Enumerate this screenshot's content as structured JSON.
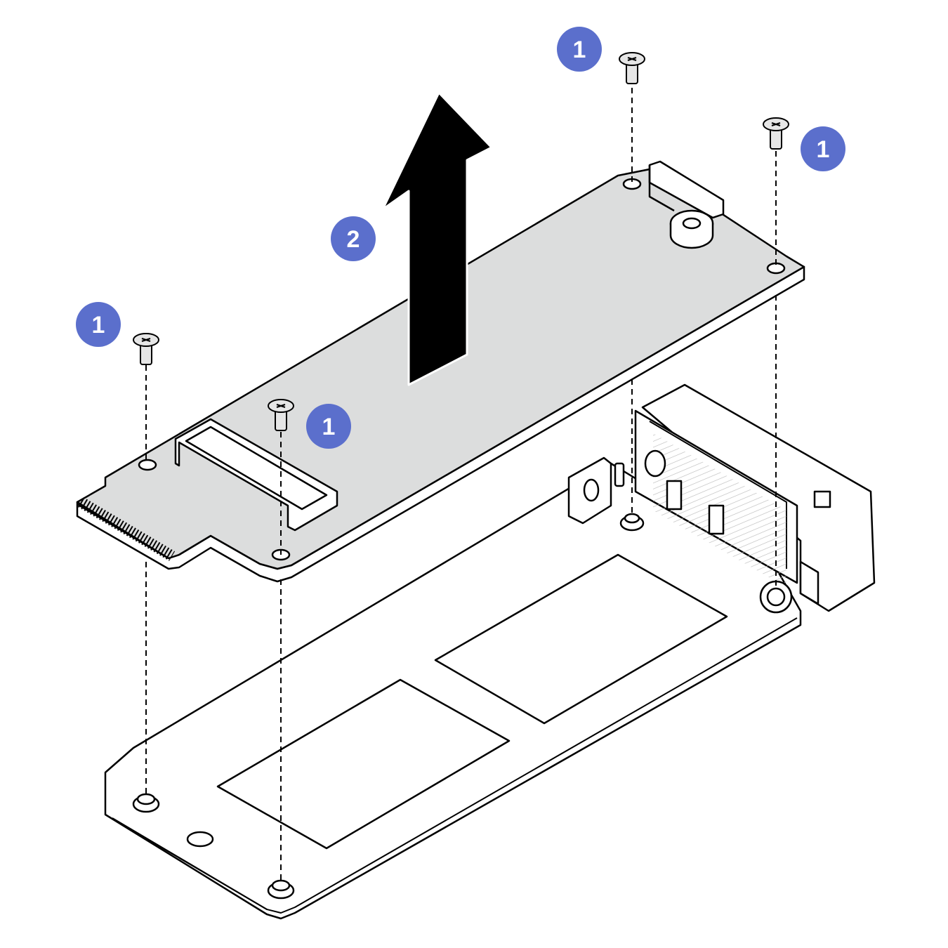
{
  "figure": {
    "callouts": [
      {
        "id": "screw-top-center",
        "label": "1"
      },
      {
        "id": "screw-top-right",
        "label": "1"
      },
      {
        "id": "screw-left",
        "label": "1"
      },
      {
        "id": "screw-middle",
        "label": "1"
      },
      {
        "id": "lift-board",
        "label": "2"
      }
    ],
    "colors": {
      "callout_fill": "#5B6FCC",
      "callout_text": "#ffffff",
      "board_fill": "#DCDDDD",
      "outline": "#000000",
      "arrow": "#000000",
      "screw_fill": "#E6E6E6"
    },
    "icons": [
      "arrow-up-icon",
      "screw-icon"
    ]
  }
}
